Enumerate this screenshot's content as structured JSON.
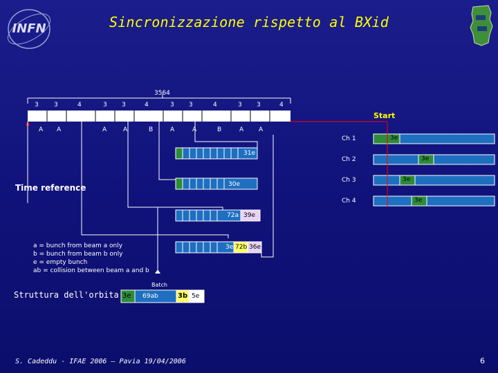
{
  "slide": {
    "title": "Sincronizzazione rispetto al BXid",
    "orbit_count": "3564",
    "top_numbers": [
      "3",
      "3",
      "4",
      "3",
      "3",
      "4",
      "3",
      "3",
      "4",
      "3",
      "3",
      "4"
    ],
    "letters": [
      "A",
      "A",
      "A",
      "A",
      "B",
      "A",
      "A",
      "B",
      "A",
      "A"
    ],
    "start_label": "Start",
    "time_reference": "Time reference",
    "channels": [
      "Ch 1",
      "Ch 2",
      "Ch 3",
      "Ch 4"
    ],
    "channel_box_label": "3e",
    "row_labels": {
      "r1": "31e",
      "r2": "30e",
      "r3a": "72a",
      "r3b": "39e",
      "r4a": "3e",
      "r4b": "72b",
      "r4c": "36e"
    },
    "legend": [
      "a =   bunch from beam a only",
      "b =   bunch from beam b only",
      "e =   empty bunch",
      "ab = collision between beam a and b"
    ],
    "batch_label": "Batch",
    "orbit_structure_label": "Struttura dell'orbita",
    "orbit_boxes": [
      "3e",
      "69ab",
      "3b",
      "5e"
    ],
    "footer": "S. Cadeddu - IFAE 2006 – Pavia 19/04/2006",
    "page_number": "6",
    "colors": {
      "title": "#ffff00",
      "green": "#2e8b3a",
      "blue_box": "#1e6fc0",
      "yellow_box": "#ffff66",
      "pink_box": "#e9d3f5"
    }
  }
}
